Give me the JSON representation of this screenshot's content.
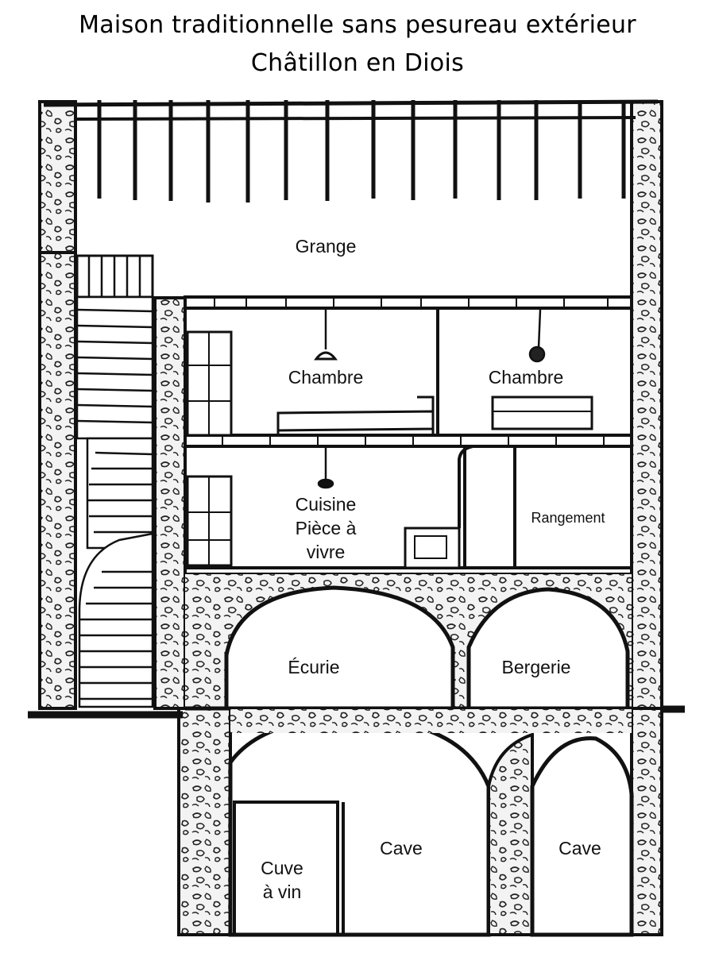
{
  "title": {
    "line1": "Maison traditionnelle sans pesureau extérieur",
    "line2": "Châtillon en Diois"
  },
  "rooms": {
    "grange": "Grange",
    "chambre_left": "Chambre",
    "chambre_right": "Chambre",
    "cuisine_line1": "Cuisine",
    "cuisine_line2": "Pièce à",
    "cuisine_line3": "vivre",
    "rangement": "Rangement",
    "ecurie": "Écurie",
    "bergerie": "Bergerie",
    "cave_center": "Cave",
    "cave_right": "Cave",
    "cuve_line1": "Cuve",
    "cuve_line2": "à vin"
  },
  "colors": {
    "ink": "#111111",
    "stone_fill": "#f2f2f2",
    "background": "#ffffff"
  }
}
